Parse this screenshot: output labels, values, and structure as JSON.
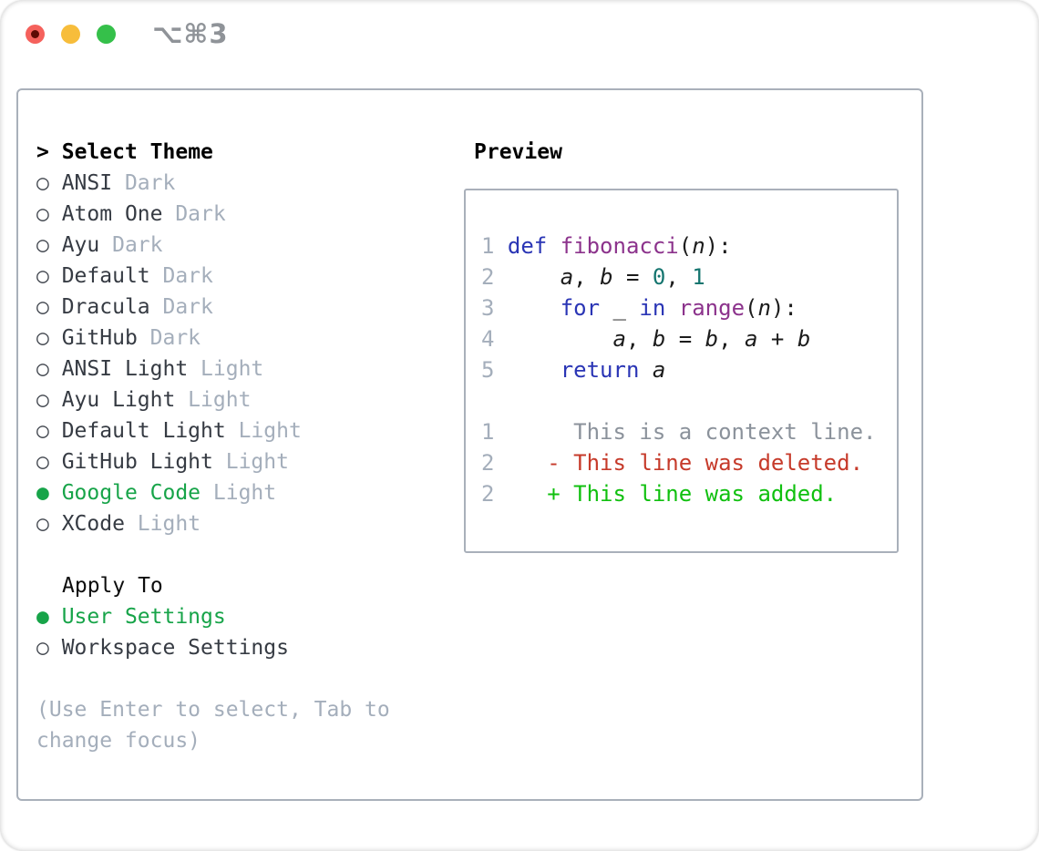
{
  "window": {
    "shortcut_label": "⌥⌘3"
  },
  "colors": {
    "accent_green": "#17a449",
    "diff_added_green": "#10c00f",
    "diff_removed_red": "#c63a2a",
    "keyword_blue": "#2a35b5",
    "function_purple": "#8c338c",
    "literal_teal": "#15756f",
    "muted_gray": "#a4aebb",
    "panel_border": "#a9b0ba",
    "traffic_red": "#f5615c",
    "traffic_yellow": "#f7bd3b",
    "traffic_green": "#35c04a"
  },
  "select_theme": {
    "prompt": ">",
    "title": "Select Theme",
    "markers": {
      "selected": "●",
      "unselected": "○"
    },
    "themes": [
      {
        "name": "ANSI",
        "tag": "Dark",
        "selected": false
      },
      {
        "name": "Atom One",
        "tag": "Dark",
        "selected": false
      },
      {
        "name": "Ayu",
        "tag": "Dark",
        "selected": false
      },
      {
        "name": "Default",
        "tag": "Dark",
        "selected": false
      },
      {
        "name": "Dracula",
        "tag": "Dark",
        "selected": false
      },
      {
        "name": "GitHub",
        "tag": "Dark",
        "selected": false
      },
      {
        "name": "ANSI Light",
        "tag": "Light",
        "selected": false
      },
      {
        "name": "Ayu Light",
        "tag": "Light",
        "selected": false
      },
      {
        "name": "Default Light",
        "tag": "Light",
        "selected": false
      },
      {
        "name": "GitHub Light",
        "tag": "Light",
        "selected": false
      },
      {
        "name": "Google Code",
        "tag": "Light",
        "selected": true
      },
      {
        "name": "XCode",
        "tag": "Light",
        "selected": false
      }
    ]
  },
  "apply_to": {
    "title": "Apply To",
    "options": [
      {
        "name": "User Settings",
        "selected": true
      },
      {
        "name": "Workspace Settings",
        "selected": false
      }
    ]
  },
  "hint_lines": [
    "(Use Enter to select, Tab to",
    "change focus)"
  ],
  "preview": {
    "title": "Preview",
    "code_lines": [
      [
        [
          "num",
          "1 "
        ],
        [
          "kwd",
          "def "
        ],
        [
          "typ",
          "fibonacci"
        ],
        [
          "pln",
          "("
        ],
        [
          "var",
          "n"
        ],
        [
          "pln",
          "):"
        ]
      ],
      [
        [
          "num",
          "2 "
        ],
        [
          "pln",
          "    "
        ],
        [
          "var",
          "a"
        ],
        [
          "pln",
          ", "
        ],
        [
          "var",
          "b"
        ],
        [
          "pln",
          " = "
        ],
        [
          "lit",
          "0"
        ],
        [
          "pln",
          ", "
        ],
        [
          "lit",
          "1"
        ]
      ],
      [
        [
          "num",
          "3 "
        ],
        [
          "pln",
          "    "
        ],
        [
          "kwd",
          "for"
        ],
        [
          "pln",
          " _ "
        ],
        [
          "kwd",
          "in"
        ],
        [
          "pln",
          " "
        ],
        [
          "typ",
          "range"
        ],
        [
          "pln",
          "("
        ],
        [
          "var",
          "n"
        ],
        [
          "pln",
          "):"
        ]
      ],
      [
        [
          "num",
          "4 "
        ],
        [
          "pln",
          "        "
        ],
        [
          "var",
          "a"
        ],
        [
          "pln",
          ", "
        ],
        [
          "var",
          "b"
        ],
        [
          "pln",
          " = "
        ],
        [
          "var",
          "b"
        ],
        [
          "pln",
          ", "
        ],
        [
          "var",
          "a"
        ],
        [
          "pln",
          " + "
        ],
        [
          "var",
          "b"
        ]
      ],
      [
        [
          "num",
          "5 "
        ],
        [
          "pln",
          "    "
        ],
        [
          "kwd",
          "return"
        ],
        [
          "pln",
          " "
        ],
        [
          "var",
          "a"
        ]
      ],
      [],
      [
        [
          "num",
          "1"
        ],
        [
          "ctx",
          "      This is a context line."
        ]
      ],
      [
        [
          "num",
          "2"
        ],
        [
          "pln",
          "    "
        ],
        [
          "del",
          "- This line was deleted."
        ]
      ],
      [
        [
          "num",
          "2"
        ],
        [
          "pln",
          "    "
        ],
        [
          "add",
          "+ This line was added."
        ]
      ]
    ]
  }
}
